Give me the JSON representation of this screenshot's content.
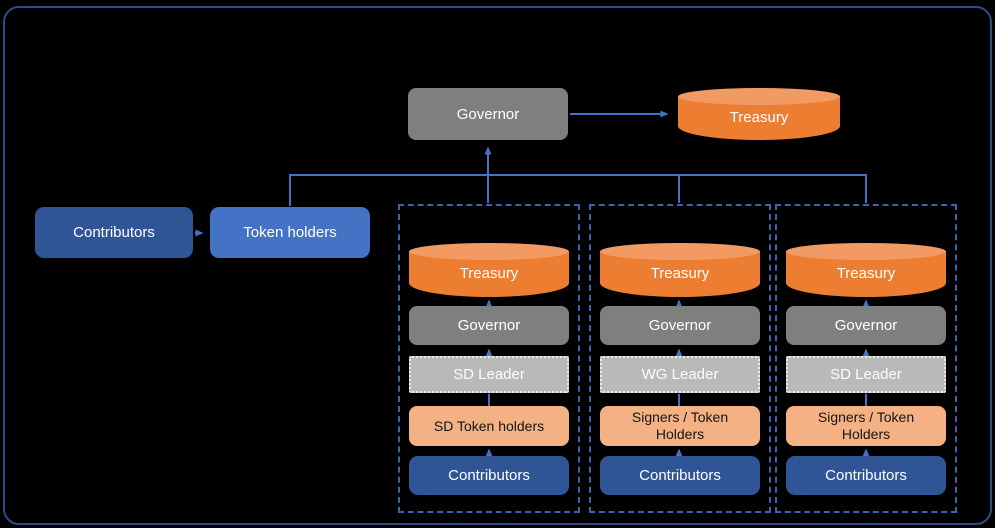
{
  "diagram": {
    "top": {
      "governor": "Governor",
      "treasury": "Treasury"
    },
    "left": {
      "contributors": "Contributors",
      "token_holders": "Token holders"
    },
    "columns": [
      {
        "treasury": "Treasury",
        "governor": "Governor",
        "leader": "SD Leader",
        "holders": "SD Token holders",
        "contributors": "Contributors"
      },
      {
        "treasury": "Treasury",
        "governor": "Governor",
        "leader": "WG Leader",
        "holders": "Signers / Token Holders",
        "contributors": "Contributors"
      },
      {
        "treasury": "Treasury",
        "governor": "Governor",
        "leader": "SD Leader",
        "holders": "Signers / Token Holders",
        "contributors": "Contributors"
      }
    ]
  },
  "colors": {
    "background": "#000000",
    "frame_border": "#2E4C86",
    "dark_blue_box": "#2F5597",
    "mid_blue_box": "#4472C4",
    "gray_box": "#7F7F7F",
    "light_gray_box": "#B9B9B9",
    "orange_cylinder": "#ED7D31",
    "orange_cylinder_top": "#F29A63",
    "light_orange_box": "#F4B183",
    "connector_line": "#4472C4",
    "dashed_column_border": "#3D63AE"
  }
}
